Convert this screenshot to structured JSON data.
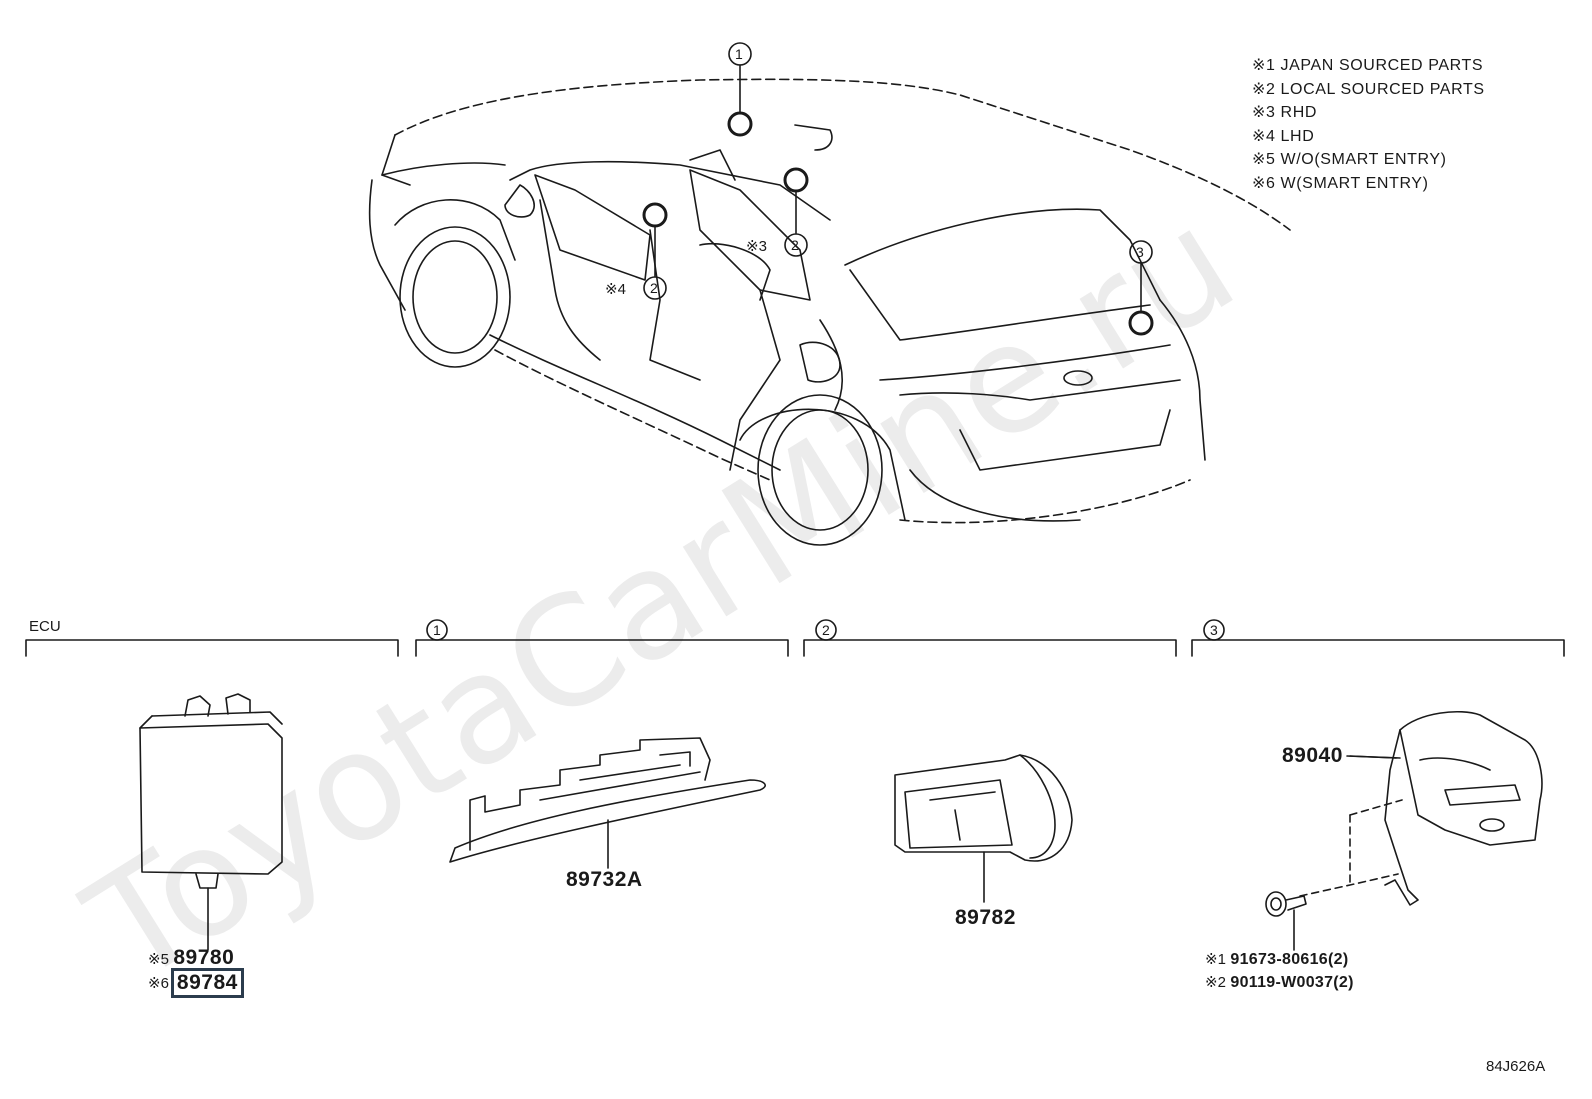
{
  "watermark": "ToyotaCarMine.ru",
  "legend": {
    "notes": [
      "※1 JAPAN SOURCED PARTS",
      "※2 LOCAL SOURCED PARTS",
      "※3 RHD",
      "※4 LHD",
      "※5 W/O(SMART ENTRY)",
      "※6 W(SMART ENTRY)"
    ]
  },
  "car": {
    "callouts": [
      {
        "num": "1"
      },
      {
        "num": "2",
        "note": "※3"
      },
      {
        "num": "2",
        "note": "※4"
      },
      {
        "num": "3"
      }
    ]
  },
  "sections": [
    {
      "header": "ECU"
    },
    {
      "header": "1"
    },
    {
      "header": "2"
    },
    {
      "header": "3"
    }
  ],
  "parts": {
    "ecu": {
      "note5": "※5",
      "part5": "89780",
      "note6": "※6",
      "part6": "89784"
    },
    "sec1": {
      "part": "89732A"
    },
    "sec2": {
      "part": "89782"
    },
    "sec3": {
      "part": "89040",
      "bolt1_note": "※1",
      "bolt1": "91673-80616(2)",
      "bolt2_note": "※2",
      "bolt2": "90119-W0037(2)"
    }
  },
  "diagram_code": "84J626A"
}
